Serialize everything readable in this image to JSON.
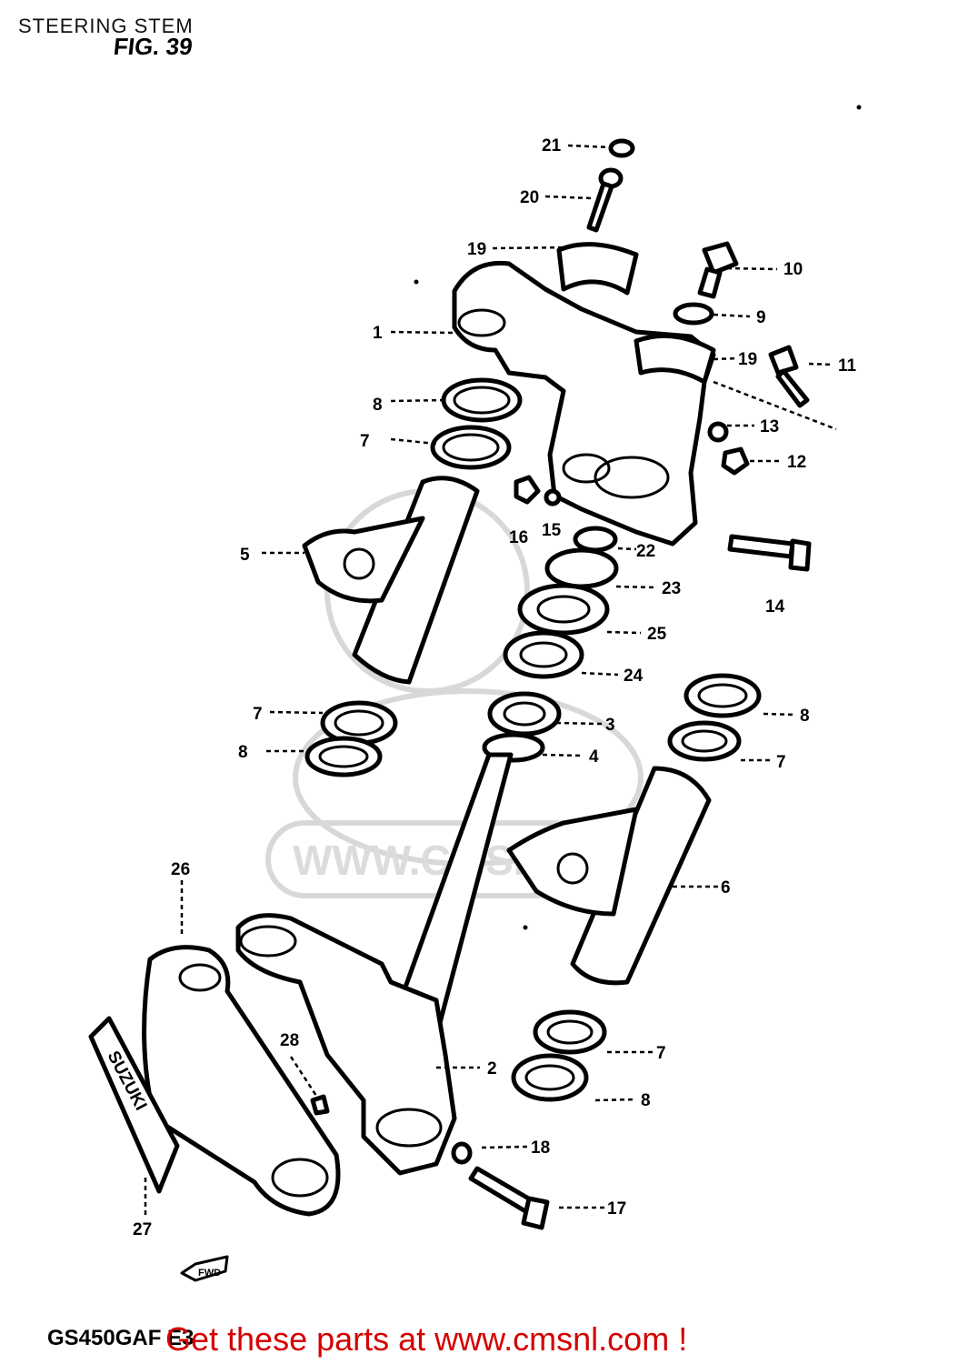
{
  "header": {
    "title": "STEERING STEM",
    "figure": "FIG. 39"
  },
  "model_code": "GS450GAF E3",
  "footer": {
    "cta": "Get these parts at www.cmsnl.com !"
  },
  "watermark": {
    "text": "WWW.CMSNL.COM"
  },
  "direction_tag": "FWD",
  "brand_plate": "SUZUKI",
  "callouts": [
    "21",
    "20",
    "19",
    "10",
    "9",
    "1",
    "19",
    "11",
    "8",
    "13",
    "7",
    "12",
    "16",
    "15",
    "22",
    "5",
    "14",
    "23",
    "25",
    "24",
    "7",
    "8",
    "3",
    "8",
    "4",
    "7",
    "6",
    "26",
    "7",
    "28",
    "2",
    "8",
    "18",
    "17",
    "27"
  ],
  "colors": {
    "line": "#000000",
    "footer": "#d40000",
    "watermark": "#d8d8d8"
  }
}
